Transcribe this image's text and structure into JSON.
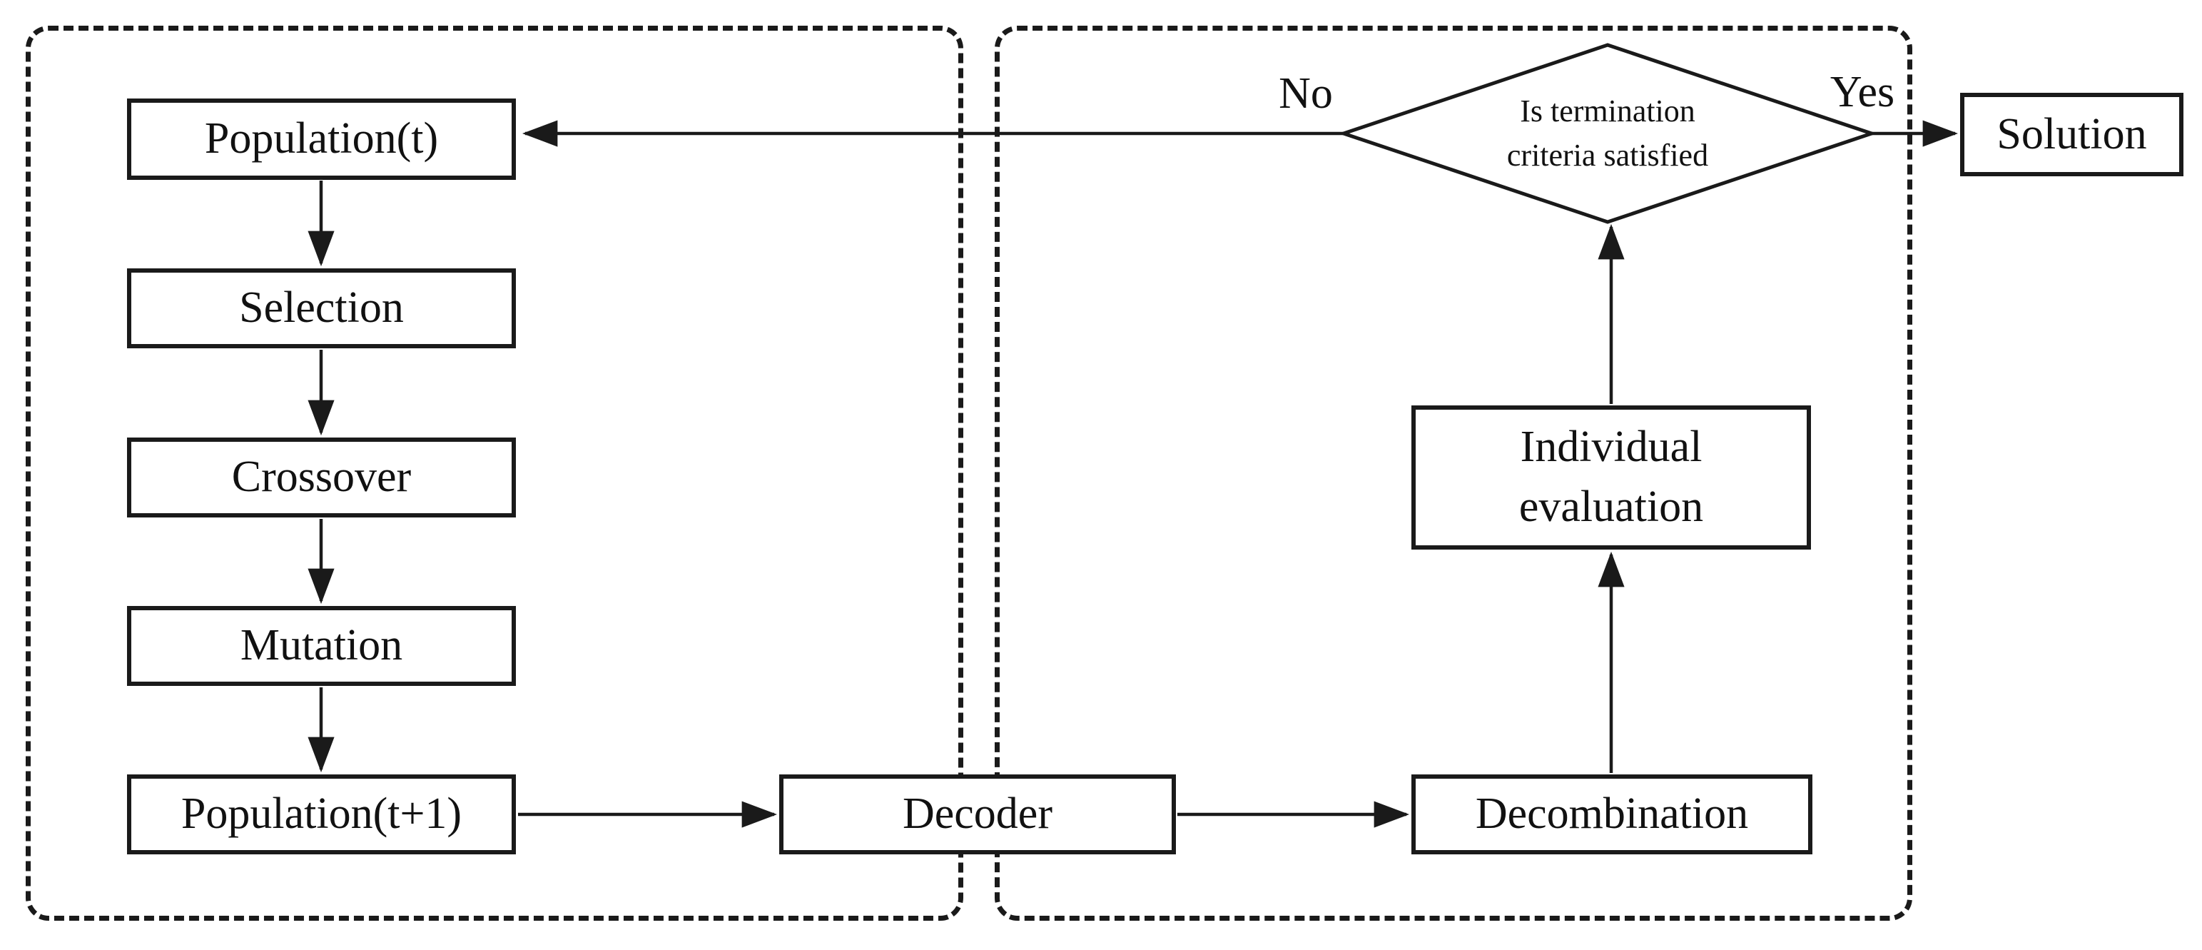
{
  "figure": {
    "type": "flowchart",
    "background_color": "#ffffff",
    "stroke_color": "#1a1a1a"
  },
  "panels": {
    "left_dashed_box": "genetic-operations-panel",
    "right_dashed_box": "evaluation-panel"
  },
  "nodes": {
    "population_t": {
      "label": "Population(t)"
    },
    "selection": {
      "label": "Selection"
    },
    "crossover": {
      "label": "Crossover"
    },
    "mutation": {
      "label": "Mutation"
    },
    "population_t1": {
      "label": "Population(t+1)"
    },
    "decoder": {
      "label": "Decoder"
    },
    "decombination": {
      "label": "Decombination"
    },
    "individual_evaluation": {
      "line1": "Individual",
      "line2": "evaluation"
    },
    "decision": {
      "line1": "Is termination",
      "line2": "criteria satisfied"
    },
    "solution": {
      "label": "Solution"
    }
  },
  "edge_labels": {
    "no": "No",
    "yes": "Yes"
  }
}
